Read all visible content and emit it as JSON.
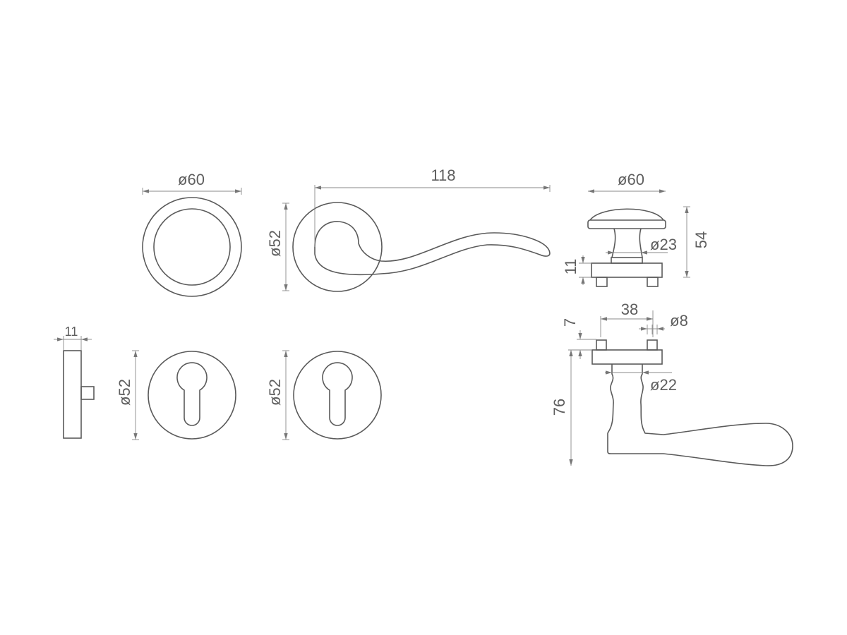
{
  "dimensions": {
    "rosette_diameter": "ø60",
    "lever_length": "118",
    "lever_rosette_diameter": "ø52",
    "knob_diameter": "ø60",
    "knob_neck_diameter": "ø23",
    "knob_height": "54",
    "knob_base_height": "11",
    "side_thickness": "11",
    "escutcheon1_diameter": "ø52",
    "escutcheon2_diameter": "ø52",
    "pin_height": "7",
    "pin_spacing": "38",
    "pin_diameter": "ø8",
    "lever_neck_diameter": "ø22",
    "lever_projection": "76"
  },
  "colors": {
    "line": "#5a5a5a",
    "dimension": "#8a8a8a",
    "text": "#5e5e5e"
  }
}
